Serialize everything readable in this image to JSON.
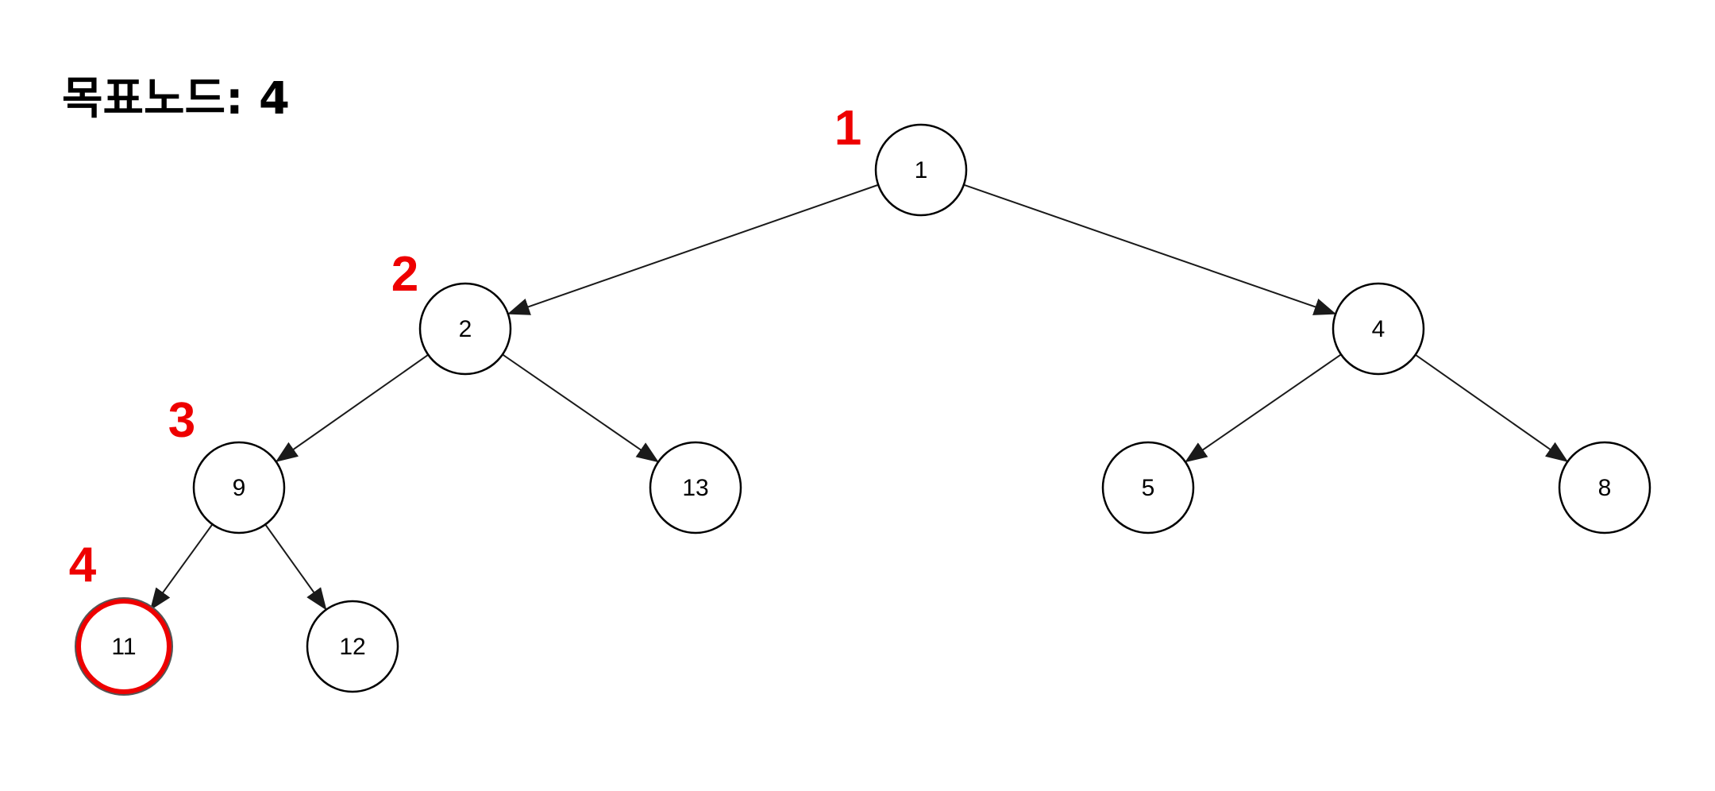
{
  "title": "목표노드: 4",
  "colors": {
    "node_stroke": "#000000",
    "edge": "#1a1a1a",
    "highlight": "#ee0000",
    "step_label": "#ee0000"
  },
  "tree": {
    "nodes": [
      {
        "id": "n1",
        "label": "1"
      },
      {
        "id": "n2",
        "label": "2"
      },
      {
        "id": "n4",
        "label": "4"
      },
      {
        "id": "n9",
        "label": "9"
      },
      {
        "id": "n13",
        "label": "13"
      },
      {
        "id": "n5",
        "label": "5"
      },
      {
        "id": "n8",
        "label": "8"
      },
      {
        "id": "n11",
        "label": "11",
        "highlighted": true
      },
      {
        "id": "n12",
        "label": "12"
      }
    ],
    "edges": [
      {
        "from": "n1",
        "to": "n2"
      },
      {
        "from": "n1",
        "to": "n4"
      },
      {
        "from": "n2",
        "to": "n9"
      },
      {
        "from": "n2",
        "to": "n13"
      },
      {
        "from": "n4",
        "to": "n5"
      },
      {
        "from": "n4",
        "to": "n8"
      },
      {
        "from": "n9",
        "to": "n11"
      },
      {
        "from": "n9",
        "to": "n12"
      }
    ]
  },
  "visit_order": [
    {
      "label": "1",
      "node": "n1"
    },
    {
      "label": "2",
      "node": "n2"
    },
    {
      "label": "3",
      "node": "n9"
    },
    {
      "label": "4",
      "node": "n11"
    }
  ]
}
